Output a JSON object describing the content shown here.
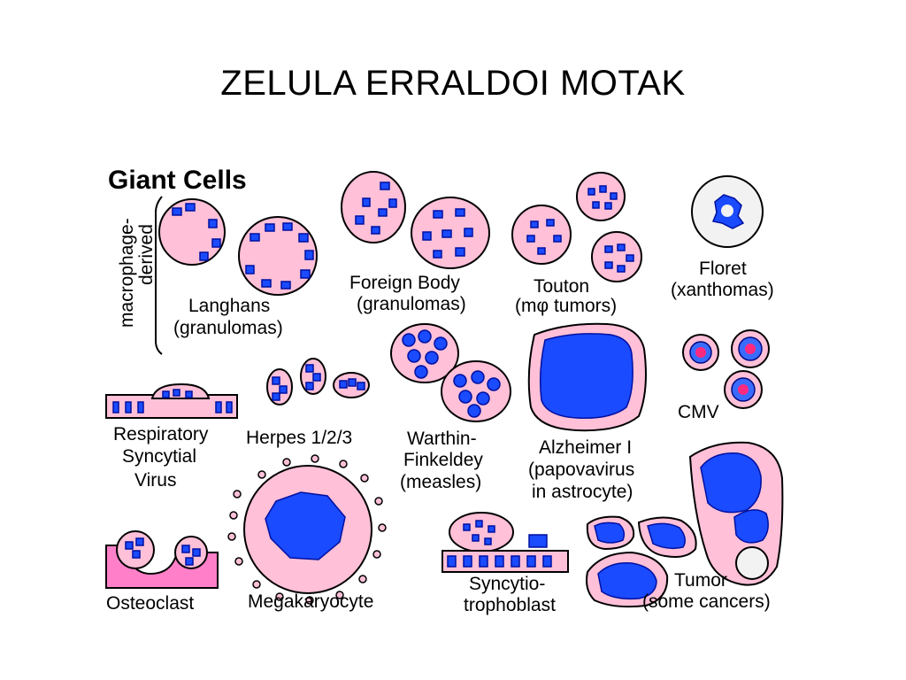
{
  "title": "ZELULA ERRALDOI MOTAK",
  "figure": {
    "header": "Giant Cells",
    "side_label": [
      "macrophage-",
      "derived"
    ],
    "labels": {
      "langhans": [
        "Langhans",
        "(granulomas)"
      ],
      "foreign_body": [
        "Foreign Body",
        "(granulomas)"
      ],
      "touton": [
        "Touton",
        "(mφ tumors)"
      ],
      "floret": [
        "Floret",
        "(xanthomas)"
      ],
      "rsv": [
        "Respiratory",
        "Syncytial",
        "Virus"
      ],
      "herpes": [
        "Herpes 1/2/3"
      ],
      "warthin": [
        "Warthin-",
        "Finkeldey",
        "(measles)"
      ],
      "alzheimer": [
        "Alzheimer I",
        "(papovavirus",
        "in astrocyte)"
      ],
      "cmv": [
        "CMV"
      ],
      "osteoclast": [
        "Osteoclast"
      ],
      "megakaryocyte": [
        "Megakaryocyte"
      ],
      "syncytio": [
        "Syncytio-",
        "trophoblast"
      ],
      "tumor": [
        "Tumor",
        "(some cancers)"
      ]
    },
    "colors": {
      "cytoplasm": "#ffc0d8",
      "nucleus": "#1a4bff",
      "inclusion": "#ff2a80"
    }
  }
}
